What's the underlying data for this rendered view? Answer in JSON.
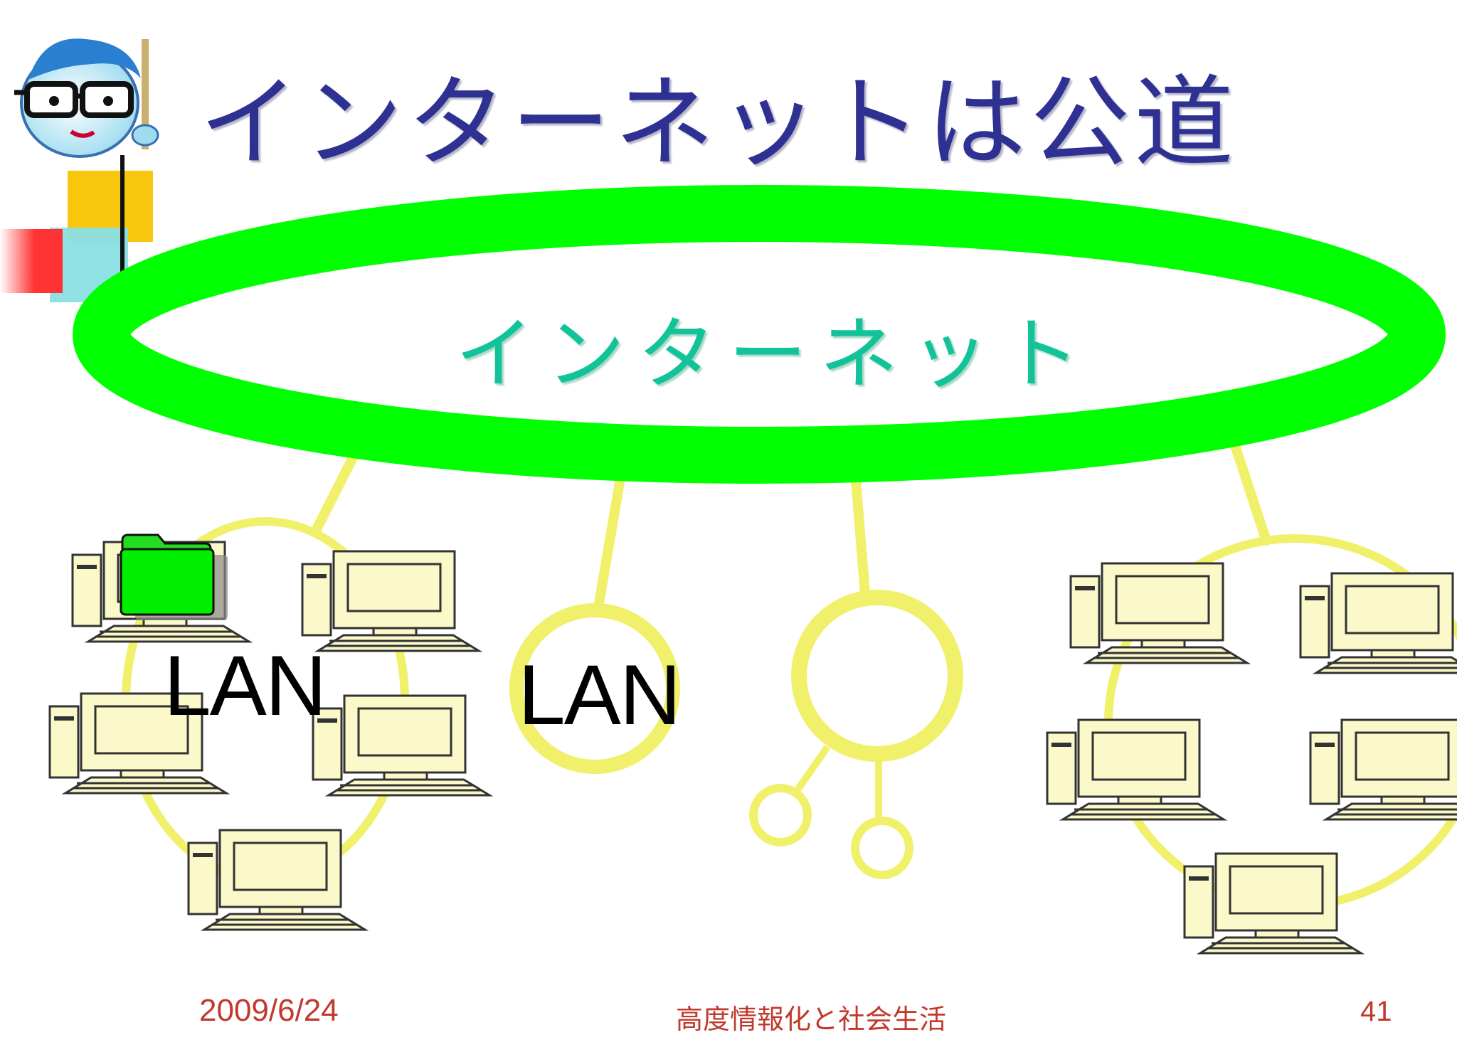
{
  "slide": {
    "title": "インターネットは公道",
    "internet_label": "インターネット",
    "lan_labels": [
      "LAN",
      "LAN"
    ],
    "footer": {
      "date": "2009/6/24",
      "course": "高度情報化と社会生活",
      "page_number": "41"
    }
  },
  "colors": {
    "title": "#2e3192",
    "internet_ring": "#00ff00",
    "internet_label": "#12c39a",
    "network_links": "#f0f06a",
    "computer_body": "#fbf8c9",
    "footer_text": "#c0392b"
  },
  "icons": [
    "teacher-mascot-icon",
    "folder-icon",
    "desktop-computer-icon"
  ]
}
